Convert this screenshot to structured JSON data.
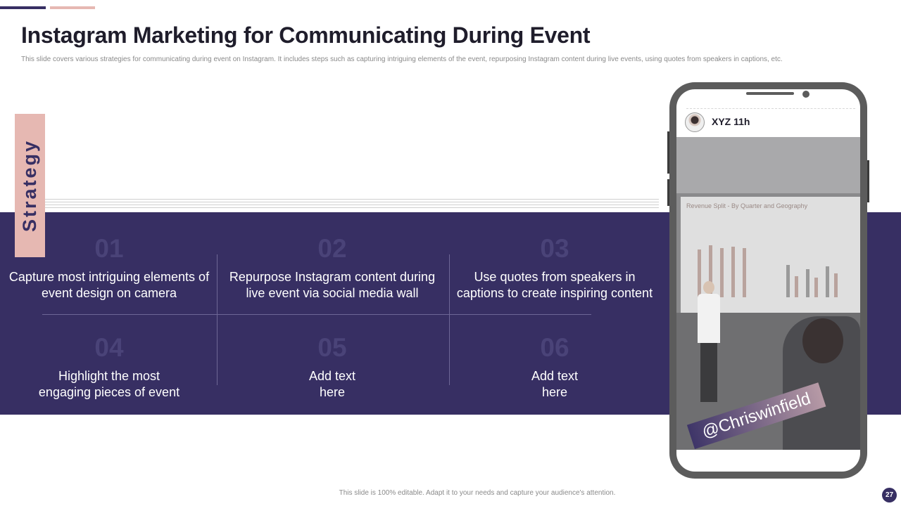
{
  "slide": {
    "title": "Instagram Marketing for Communicating During Event",
    "subtitle": "This slide covers various strategies for communicating during event on Instagram. It includes steps such as capturing intriguing elements of the event, repurposing Instagram content during live events, using quotes from speakers in captions, etc.",
    "strategy_label": "Strategy",
    "footer": "This slide is 100% editable. Adapt it to your needs and capture your audience's attention.",
    "page_number": "27"
  },
  "strategies": [
    {
      "number": "01",
      "text": "Capture most intriguing elements of event design on camera"
    },
    {
      "number": "02",
      "text": "Repurpose Instagram content during live event via social media wall"
    },
    {
      "number": "03",
      "text": "Use quotes from speakers in captions to create inspiring content"
    },
    {
      "number": "04",
      "text": "Highlight the most engaging pieces of event"
    },
    {
      "number": "05",
      "text": "Add text here"
    },
    {
      "number": "06",
      "text": "Add text here"
    }
  ],
  "phone": {
    "post_header": "XYZ 11h",
    "handle": "@Chriswinfield",
    "slide_projection_title": "Revenue Split - By Quarter and Geography"
  },
  "colors": {
    "band": "#372f63",
    "accent_pink": "#e6b8b2",
    "number": "#4a4378"
  }
}
